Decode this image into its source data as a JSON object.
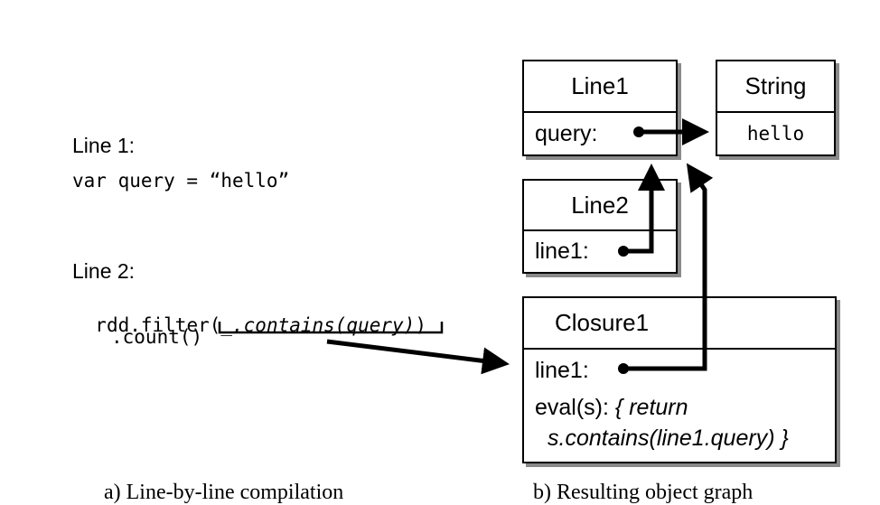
{
  "code": {
    "line1_heading": "Line 1:",
    "line1_code": "var query = “hello”",
    "line2_heading": "Line 2:",
    "line2_code_prefix": "rdd.filter(",
    "line2_code_closure": "_.contains(query)",
    "line2_code_suffix": ")",
    "line2_code_cont": ".count()"
  },
  "objects": {
    "line1_obj": {
      "title": "Line1",
      "field": "query:"
    },
    "string_obj": {
      "title": "String",
      "value": "hello"
    },
    "line2_obj": {
      "title": "Line2",
      "field": "line1:"
    },
    "closure1_obj": {
      "title": "Closure1",
      "field": "line1:",
      "eval_prefix": "eval(s):",
      "eval_body1": "{ return",
      "eval_body2": "s.contains(line1.query) }"
    }
  },
  "caption": {
    "left": "a) Line-by-line compilation",
    "right": "b) Resulting object graph"
  }
}
